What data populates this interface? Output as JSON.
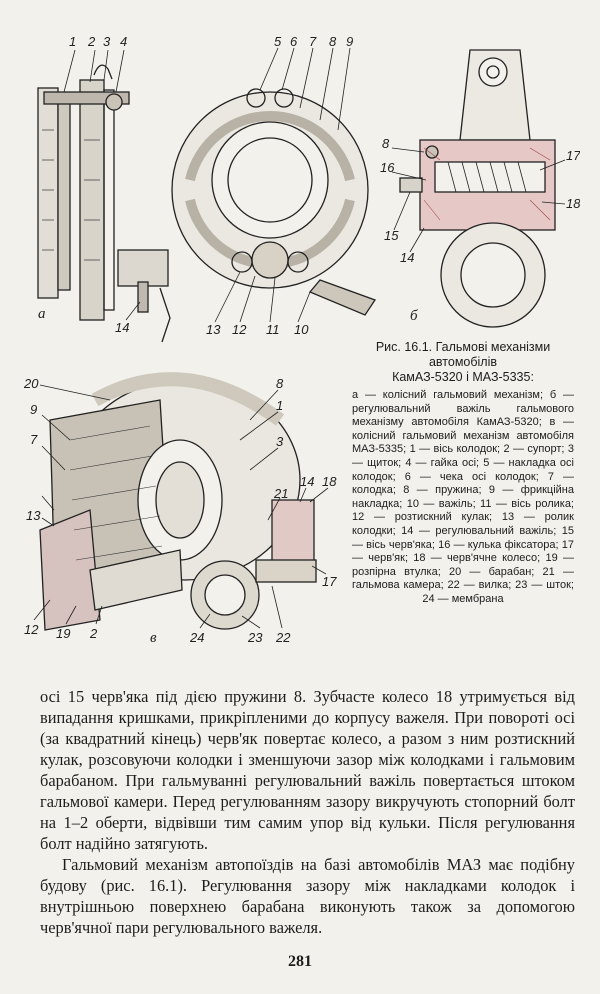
{
  "figure_labels": {
    "a": {
      "numbers": [
        "1",
        "2",
        "3",
        "4",
        "14"
      ],
      "letter": "а"
    },
    "v": {
      "numbers": [
        "5",
        "6",
        "7",
        "8",
        "9",
        "13",
        "12",
        "11",
        "10"
      ]
    },
    "b": {
      "numbers": [
        "8",
        "16",
        "15",
        "14",
        "17",
        "18"
      ],
      "letter": "б"
    },
    "c": {
      "numbers": [
        "20",
        "8",
        "1",
        "9",
        "3",
        "7",
        "13",
        "21",
        "14",
        "18",
        "17",
        "12",
        "19",
        "2",
        "24",
        "23",
        "22"
      ],
      "letter": "в"
    }
  },
  "caption": {
    "title_line1": "Рис. 16.1. Гальмові механізми",
    "title_line2": "автомобілів",
    "title_line3": "КамАЗ-5320 і МАЗ-5335:",
    "legend": "а — колісний гальмовий механізм; б — регулювальний важіль гальмового механізму автомобіля КамАЗ-5320; в — колісний гальмовий механізм автомобіля МАЗ-5335; 1 — вісь колодок; 2 — супорт; 3 — щиток; 4 — гайка осі; 5 — накладка осі колодок; 6 — чека осі колодок; 7 — колодка; 8 — пружина; 9 — фрикційна накладка; 10 — важіль; 11 — вісь ролика; 12 — розтискний кулак; 13 — ролик колодки; 14 — регулювальний важіль; 15 — вісь черв'яка; 16 — кулька фіксатора; 17 — черв'як; 18 — черв'ячне колесо; 19 — розпірна втулка; 20 — барабан; 21 — гальмова камера; 22 — вилка; 23 — шток; 24 — мембрана"
  },
  "body": {
    "p1": "осі 15 черв'яка під дією пружини 8. Зубчасте колесо 18 утримується від випадання кришками, прикріпленими до корпусу важеля. При повороті осі (за квадратний кінець) черв'як повертає колесо, а разом з ним розтискний кулак, розсовуючи колодки і зменшуючи зазор між колодками і гальмовим барабаном. При гальмуванні регулювальний важіль повертається штоком гальмової камери. Перед регулюванням зазору викручують стопорний болт на 1–2 оберти, відвівши тим самим упор від кульки. Після регулювання болт надійно затягують.",
    "p2": "Гальмовий механізм автопоїздів на базі автомобілів МАЗ має подібну будову (рис. 16.1). Регулювання зазору між накладками колодок і внутрішньою поверхнею барабана виконують також за допомогою черв'ячної пари регулювального важеля."
  },
  "page_number": "281"
}
